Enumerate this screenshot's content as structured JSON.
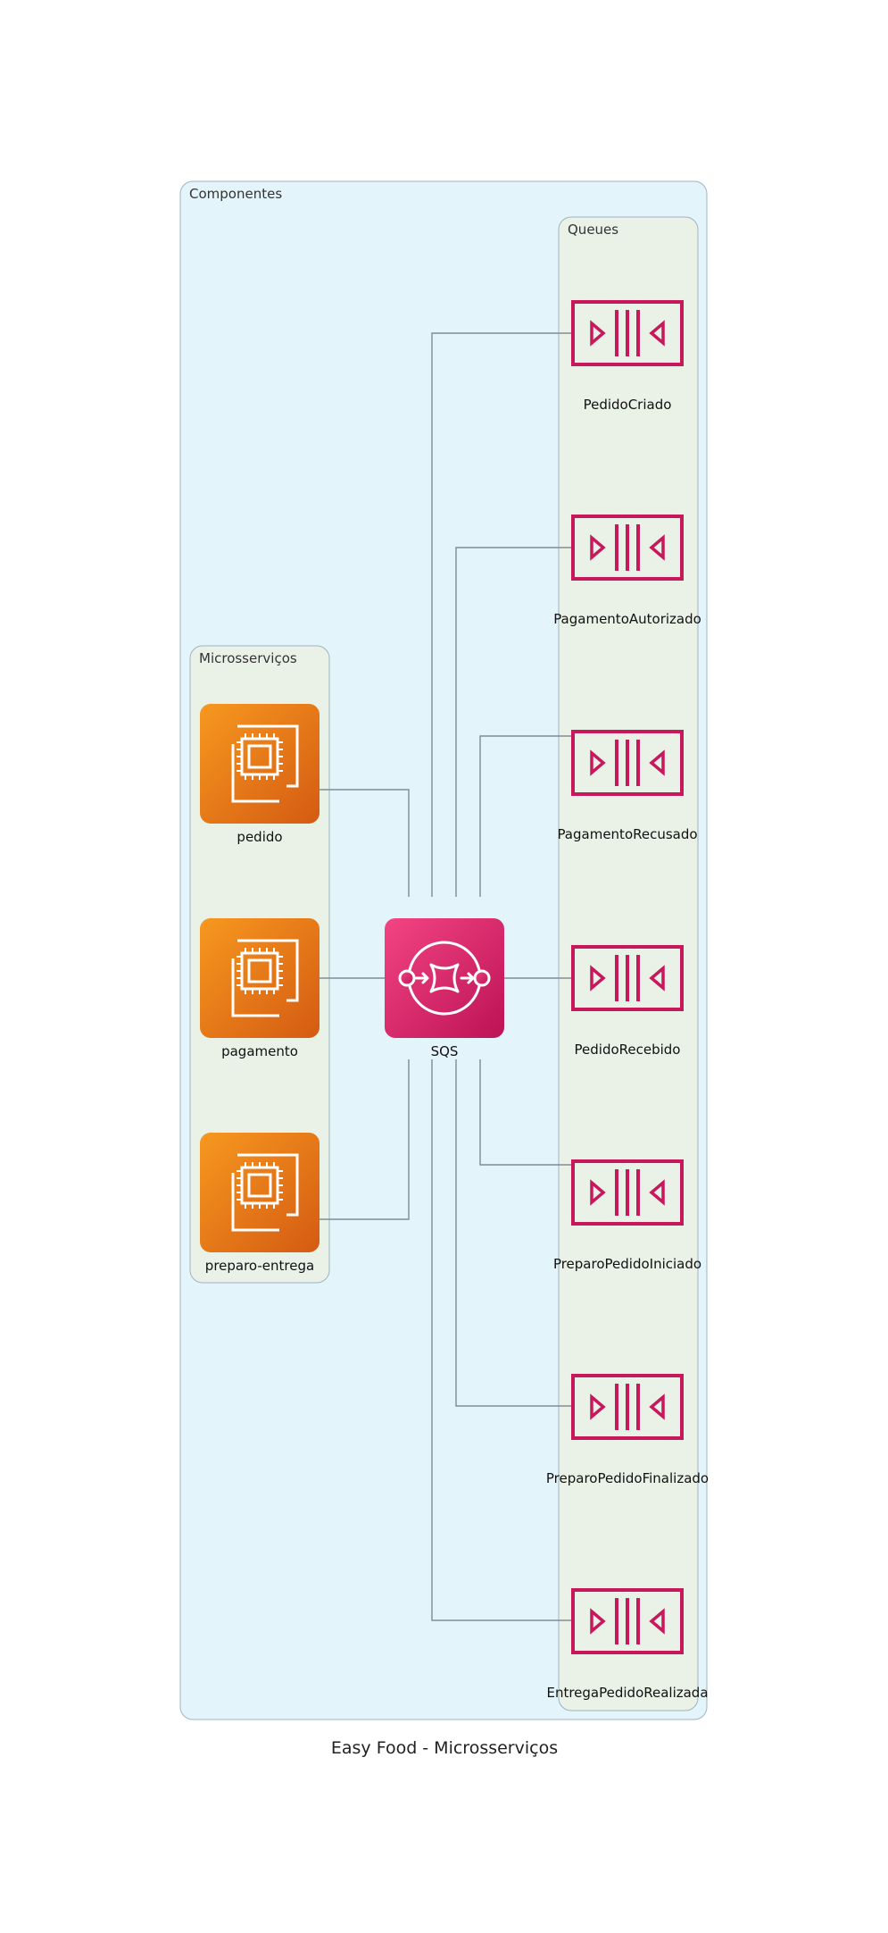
{
  "diagram": {
    "title": "Easy Food - Microsserviços",
    "clusters": {
      "componentes": "Componentes",
      "queues": "Queues",
      "microsservicos": "Microsserviços"
    },
    "hub": {
      "label": "SQS",
      "icon": "sqs-icon"
    },
    "services": [
      {
        "label": "pedido",
        "icon": "ec2-instance-icon"
      },
      {
        "label": "pagamento",
        "icon": "ec2-instance-icon"
      },
      {
        "label": "preparo-entrega",
        "icon": "ec2-instance-icon"
      }
    ],
    "queues": [
      {
        "label": "PedidoCriado",
        "icon": "sqs-queue-icon"
      },
      {
        "label": "PagamentoAutorizado",
        "icon": "sqs-queue-icon"
      },
      {
        "label": "PagamentoRecusado",
        "icon": "sqs-queue-icon"
      },
      {
        "label": "PedidoRecebido",
        "icon": "sqs-queue-icon"
      },
      {
        "label": "PreparoPedidoIniciado",
        "icon": "sqs-queue-icon"
      },
      {
        "label": "PreparoPedidoFinalizado",
        "icon": "sqs-queue-icon"
      },
      {
        "label": "EntregaPedidoRealizada",
        "icon": "sqs-queue-icon"
      }
    ],
    "colors": {
      "outer_fill": "#e3f4fb",
      "inner_fill": "#eaf2e8",
      "cluster_stroke": "#9fb4c0",
      "ec2_top": "#f7981f",
      "ec2_bottom": "#d45b12",
      "sqs_top": "#f34482",
      "sqs_bottom": "#bc1356",
      "queue": "#c7185c"
    }
  }
}
